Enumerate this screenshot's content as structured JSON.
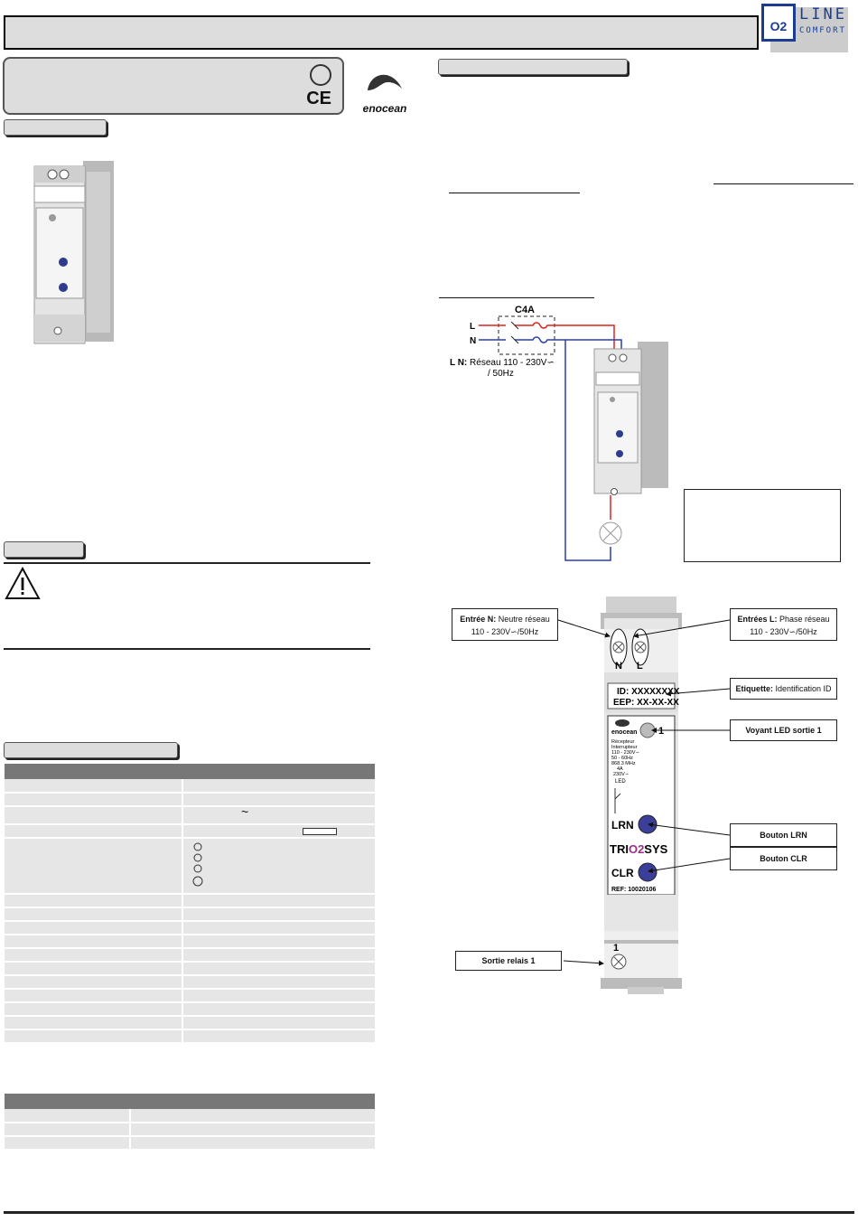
{
  "logo": {
    "o2": "O",
    "sub2": "2",
    "line": "LINE",
    "comfort": "COMFORT"
  },
  "brand": "enocean",
  "ce": "CE",
  "wiring": {
    "breaker": "C4A",
    "L": "L",
    "N": "N",
    "network_bold": "L N:",
    "network_text": " Réseau 110 - 230V∽",
    "network_freq": "/ 50Hz"
  },
  "device": {
    "id": "ID: XXXXXXXX",
    "eep": "EEP: XX-XX-XX",
    "led_num": "1",
    "brand": "enocean",
    "desc1": "Récepteur",
    "desc2": "Interrupteur",
    "desc3": "110 - 230V∽",
    "desc4": "50 - 60Hz",
    "desc5": "868.3 MHz",
    "desc6": "4A",
    "desc7": "230V∽",
    "led_label": "LED",
    "lrn": "LRN",
    "tri": "TRI",
    "o2": "O2",
    "sys": "SYS",
    "clr": "CLR",
    "ref": "REF: 10020106",
    "term_n": "N",
    "term_l": "L",
    "out": "1"
  },
  "callouts": {
    "n_bold": "Entrée N:",
    "n_text": " Neutre réseau",
    "n_line2": "110 - 230V∽/50Hz",
    "l_bold": "Entrées L:",
    "l_text": " Phase réseau",
    "l_line2": "110 - 230V∽/50Hz",
    "label_bold": "Etiquette:",
    "label_text": " Identification ID",
    "led": "Voyant LED sortie 1",
    "lrn": "Bouton LRN",
    "clr": "Bouton CLR",
    "relay": "Sortie relais 1"
  }
}
